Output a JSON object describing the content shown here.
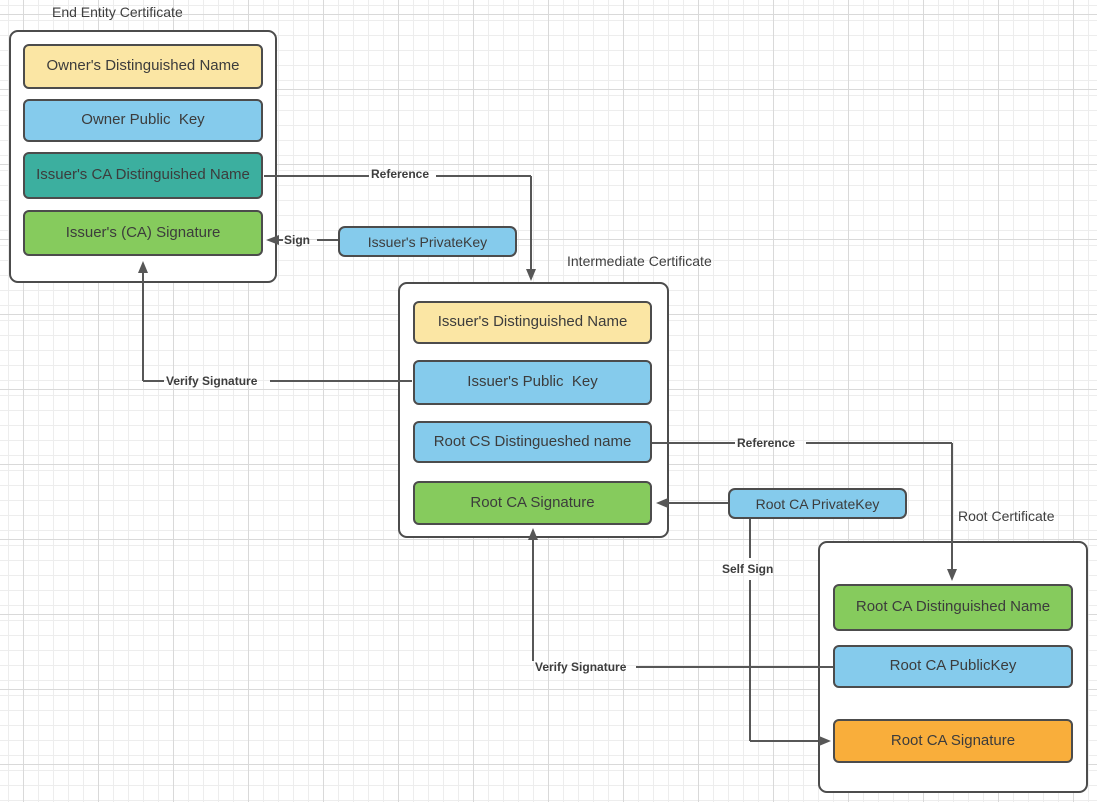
{
  "diagram": {
    "colors": {
      "yellow": "#FBE6A4",
      "blue": "#85CBEC",
      "teal": "#3CAF9F",
      "green": "#86CB5D",
      "orange": "#F9AE3B",
      "line": "#575757",
      "border": "#4C4C4C",
      "text": "#3C3C3C"
    },
    "end_entity": {
      "title": "End Entity Certificate",
      "fields": [
        {
          "label": "Owner's Distinguished Name",
          "color": "#FBE6A4"
        },
        {
          "label": "Owner Public  Key",
          "color": "#85CBEC"
        },
        {
          "label": "Issuer's CA Distinguished Name",
          "color": "#3CAF9F"
        },
        {
          "label": "Issuer's (CA) Signature",
          "color": "#86CB5D"
        }
      ]
    },
    "intermediate": {
      "title": "Intermediate Certificate",
      "fields": [
        {
          "label": "Issuer's Distinguished Name",
          "color": "#FBE6A4"
        },
        {
          "label": "Issuer's Public  Key",
          "color": "#85CBEC"
        },
        {
          "label": "Root CS Distingueshed name",
          "color": "#85CBEC"
        },
        {
          "label": "Root CA Signature",
          "color": "#86CB5D"
        }
      ]
    },
    "root": {
      "title": "Root Certificate",
      "fields": [
        {
          "label": "Root CA Distinguished Name",
          "color": "#86CB5D"
        },
        {
          "label": "Root CA PublicKey",
          "color": "#85CBEC"
        },
        {
          "label": "Root CA Signature",
          "color": "#F9AE3B"
        }
      ]
    },
    "keys": {
      "issuer_private_key": {
        "label": "Issuer's PrivateKey",
        "color": "#85CBEC"
      },
      "root_private_key": {
        "label": "Root CA PrivateKey",
        "color": "#85CBEC"
      }
    },
    "edge_labels": {
      "reference_1": "Reference",
      "sign": "Sign",
      "verify_signature_1": "Verify Signature",
      "reference_2": "Reference",
      "self_sign": "Self Sign",
      "verify_signature_2": "Verify Signature"
    }
  }
}
